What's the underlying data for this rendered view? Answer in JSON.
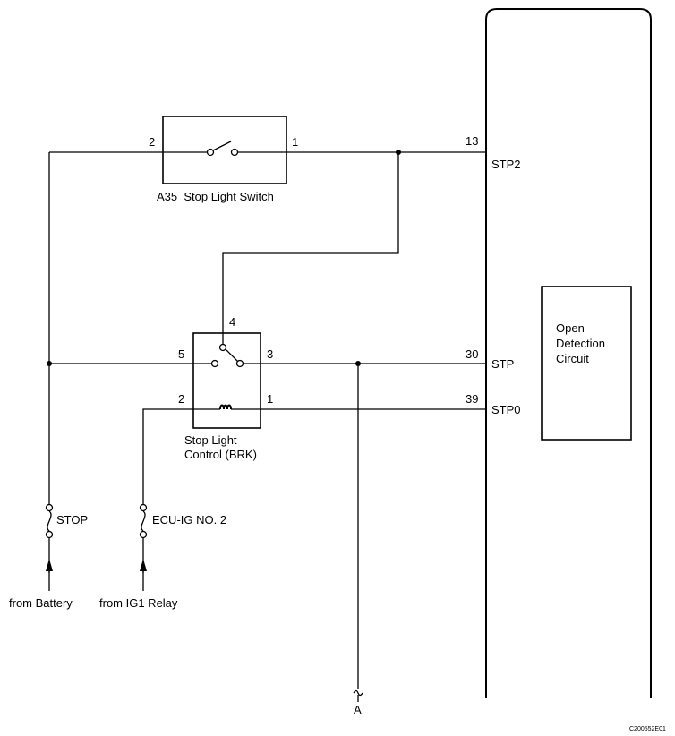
{
  "switch": {
    "name": "A35  Stop Light Switch",
    "pin_left": "2",
    "pin_right": "1"
  },
  "relay": {
    "name_line1": "Stop Light",
    "name_line2": "Control (BRK)",
    "pin4": "4",
    "pin5": "5",
    "pin3": "3",
    "pin2": "2",
    "pin1": "1"
  },
  "ecu": {
    "pin13": "13",
    "sig13": "STP2",
    "pin30": "30",
    "sig30": "STP",
    "pin39": "39",
    "sig39": "STP0",
    "circuit_line1": "Open",
    "circuit_line2": "Detection",
    "circuit_line3": "Circuit"
  },
  "fuses": {
    "stop": "STOP",
    "ecu_ig": "ECU-IG NO. 2"
  },
  "sources": {
    "battery": "from Battery",
    "ig1": "from IG1 Relay"
  },
  "connector_a": "A",
  "figure_code": "C200552E01"
}
